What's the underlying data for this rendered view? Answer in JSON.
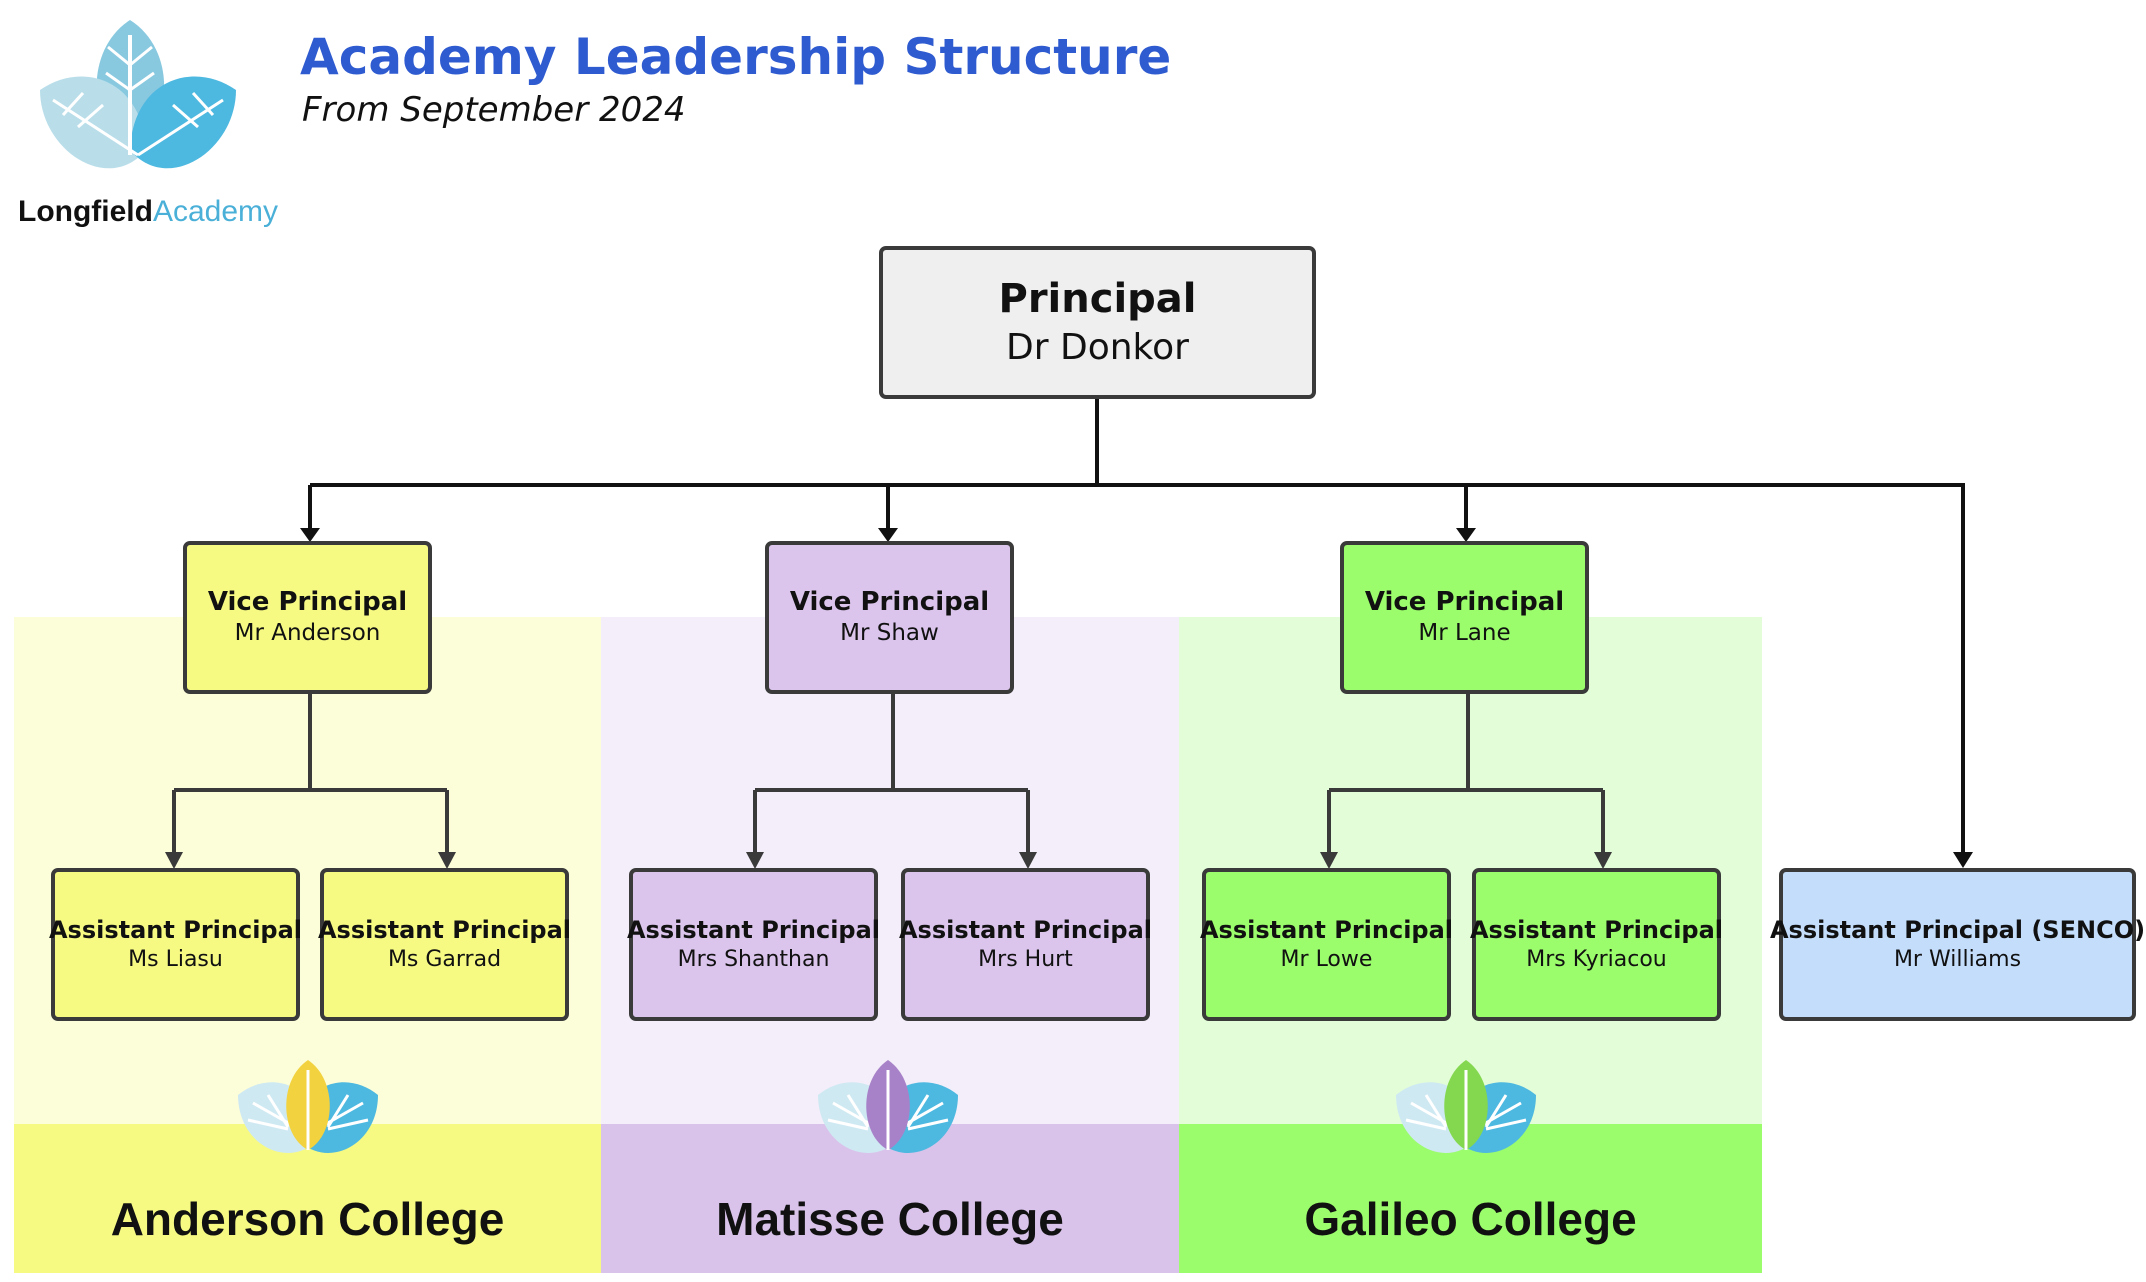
{
  "header": {
    "title": "Academy Leadership Structure",
    "subtitle": "From September 2024"
  },
  "logo": {
    "name_part1": "Longfield",
    "name_part2": "Academy",
    "icon": "leaf-cluster-icon"
  },
  "principal": {
    "role": "Principal",
    "name": "Dr Donkor"
  },
  "colleges": [
    {
      "name": "Anderson College",
      "panel_color": "#fcfed9",
      "band_color": "#f6fa83",
      "box_color": "#f6fa83",
      "leaf_color": "#f2d23f",
      "vice_principal": {
        "role": "Vice Principal",
        "name": "Mr Anderson"
      },
      "assistants": [
        {
          "role": "Assistant Principal",
          "name": "Ms Liasu"
        },
        {
          "role": "Assistant Principal",
          "name": "Ms Garrad"
        }
      ]
    },
    {
      "name": "Matisse College",
      "panel_color": "#f3eef9",
      "band_color": "#d9c3ea",
      "box_color": "#dbc5ec",
      "leaf_color": "#a882c9",
      "vice_principal": {
        "role": "Vice Principal",
        "name": "Mr Shaw"
      },
      "assistants": [
        {
          "role": "Assistant Principal",
          "name": "Mrs Shanthan"
        },
        {
          "role": "Assistant Principal",
          "name": "Mrs Hurt"
        }
      ]
    },
    {
      "name": "Galileo College",
      "panel_color": "#e2fdd8",
      "band_color": "#9bfc6c",
      "box_color": "#9bfc6c",
      "leaf_color": "#84d84f",
      "vice_principal": {
        "role": "Vice Principal",
        "name": "Mr Lane"
      },
      "assistants": [
        {
          "role": "Assistant Principal",
          "name": "Mr Lowe"
        },
        {
          "role": "Assistant Principal",
          "name": "Mrs Kyriacou"
        }
      ]
    }
  ],
  "senco": {
    "role": "Assistant Principal (SENCO)",
    "name": "Mr Williams",
    "box_color": "#c4ddfb"
  },
  "colors": {
    "principal_box": "#efefef",
    "line": "#3a3a3a",
    "title": "#2f5bd0"
  }
}
